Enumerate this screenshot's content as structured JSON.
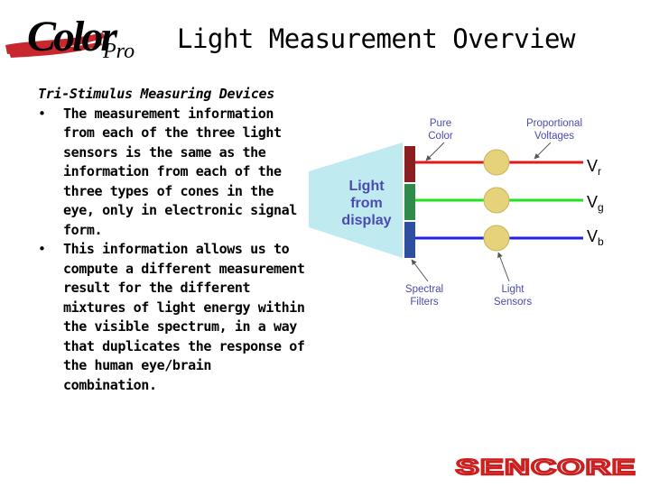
{
  "logo": {
    "brand_main": "Color",
    "brand_sub": "Pro",
    "colors": {
      "swoosh": "#c8282d",
      "text": "#000000"
    }
  },
  "slide": {
    "title": "Light Measurement Overview"
  },
  "content": {
    "heading": "Tri-Stimulus Measuring Devices",
    "bullet_glyph": "•",
    "bullets": [
      "The measurement information from each of the three light sensors is the same as the information from each of the three types of cones in the eye, only in electronic signal form.",
      "This information allows us to compute a different measurement result for the different mixtures of light energy within the visible spectrum, in a way that duplicates the response of the human eye/brain combination."
    ]
  },
  "diagram": {
    "source_label": [
      "Light",
      "from",
      "display"
    ],
    "label_pure_color": [
      "Pure",
      "Color"
    ],
    "label_proportional_voltages": [
      "Proportional",
      "Voltages"
    ],
    "label_spectral_filters": [
      "Spectral",
      "Filters"
    ],
    "label_light_sensors": [
      "Light",
      "Sensors"
    ],
    "outputs": [
      {
        "main": "V",
        "sub": "r",
        "color": "#e01a1a",
        "filter_color": "#8b1e1e"
      },
      {
        "main": "V",
        "sub": "g",
        "color": "#22e022",
        "filter_color": "#2e8b4a"
      },
      {
        "main": "V",
        "sub": "b",
        "color": "#2222e0",
        "filter_color": "#2e4fa0"
      }
    ],
    "colors": {
      "beam": "#bfeaf0",
      "label_text": "#4a4ab0",
      "sensor": "#e6d27a",
      "arrow": "#555555"
    }
  },
  "footer": {
    "brand": "SENCORE",
    "color": "#cc1f1f"
  }
}
